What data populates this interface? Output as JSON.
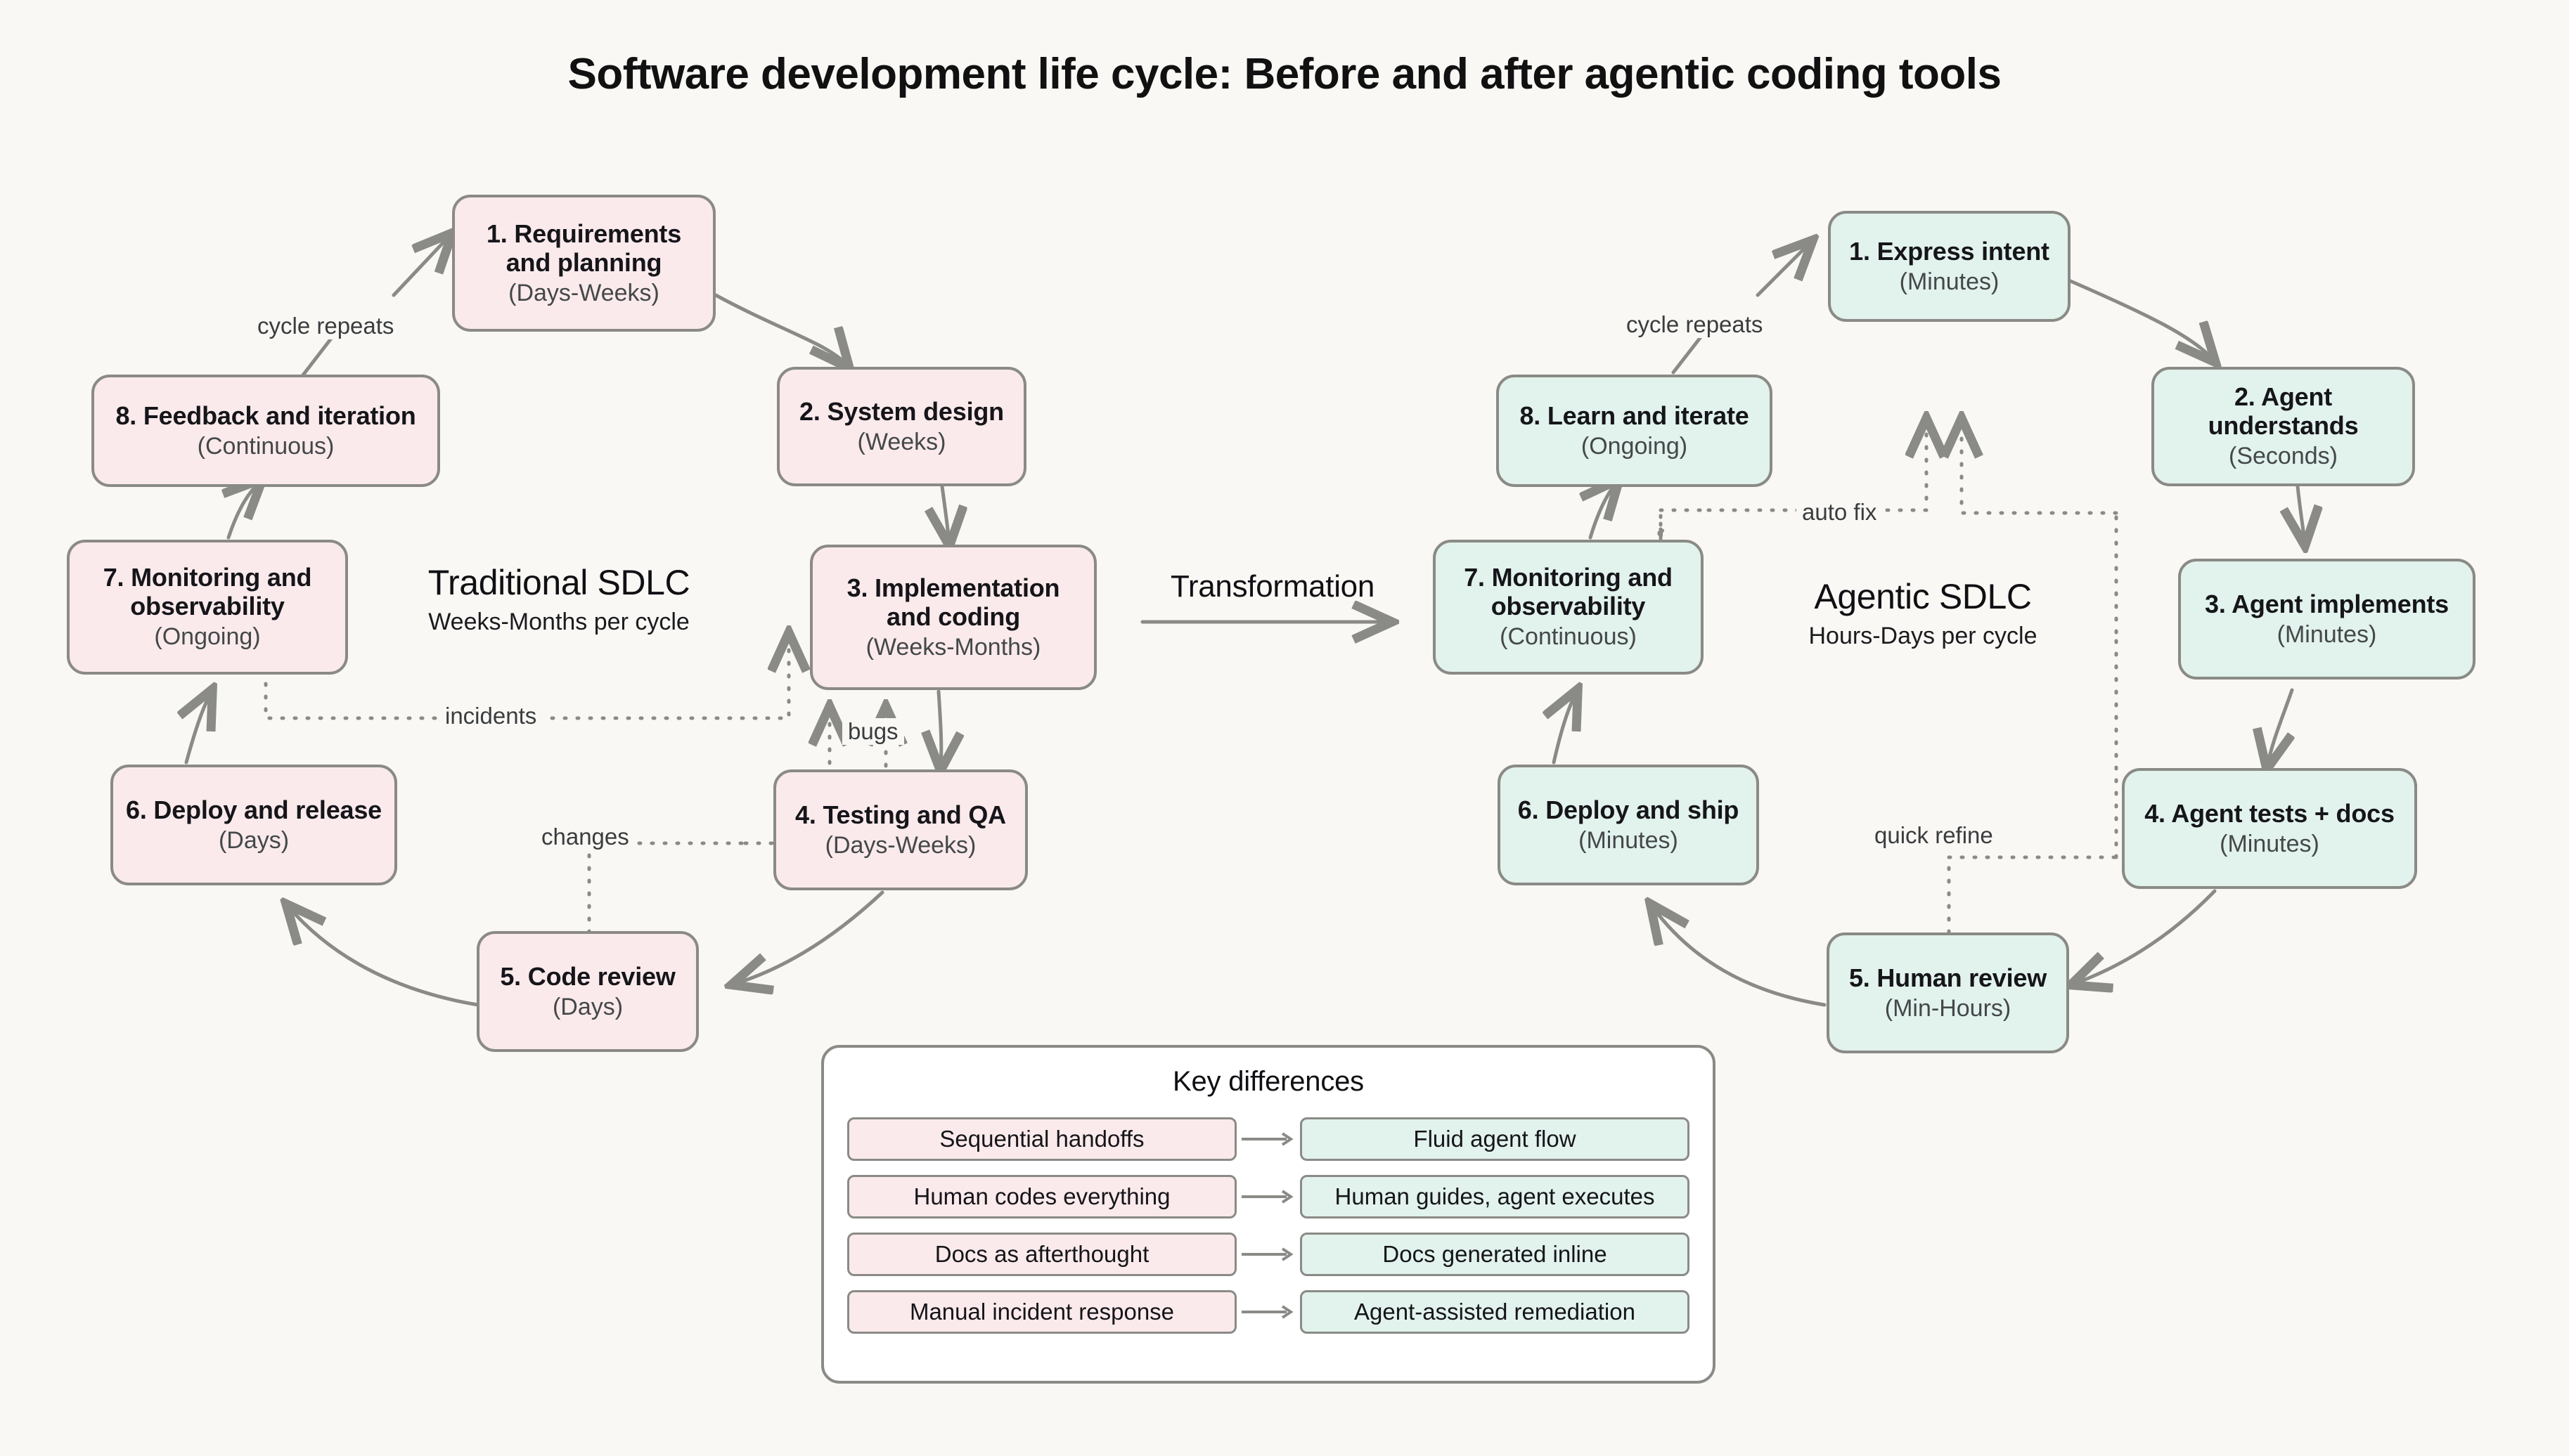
{
  "title": "Software development life cycle: Before and after agentic coding tools",
  "colors": {
    "background": "#faf8f4",
    "traditional_fill": "#fbeaeb",
    "agentic_fill": "#e2f2ec",
    "node_border": "#8a8a86",
    "connector": "#8a8a86",
    "text": "#15151a"
  },
  "left_cycle": {
    "center_title": "Traditional SDLC",
    "center_subtitle": "Weeks-Months per cycle",
    "nodes": [
      {
        "label": "1. Requirements\nand planning",
        "meta": "(Days-Weeks)"
      },
      {
        "label": "2. System design",
        "meta": "(Weeks)"
      },
      {
        "label": "3. Implementation\nand coding",
        "meta": "(Weeks-Months)"
      },
      {
        "label": "4. Testing and QA",
        "meta": "(Days-Weeks)"
      },
      {
        "label": "5. Code review",
        "meta": "(Days)"
      },
      {
        "label": "6. Deploy and release",
        "meta": "(Days)"
      },
      {
        "label": "7. Monitoring and\nobservability",
        "meta": "(Ongoing)"
      },
      {
        "label": "8. Feedback and iteration",
        "meta": "(Continuous)"
      }
    ],
    "edge_labels": {
      "cycle_repeats": "cycle repeats",
      "incidents": "incidents",
      "bugs": "bugs",
      "changes": "changes"
    }
  },
  "right_cycle": {
    "center_title": "Agentic SDLC",
    "center_subtitle": "Hours-Days per cycle",
    "nodes": [
      {
        "label": "1. Express intent",
        "meta": "(Minutes)"
      },
      {
        "label": "2. Agent understands",
        "meta": "(Seconds)"
      },
      {
        "label": "3. Agent implements",
        "meta": "(Minutes)"
      },
      {
        "label": "4. Agent tests + docs",
        "meta": "(Minutes)"
      },
      {
        "label": "5. Human review",
        "meta": "(Min-Hours)"
      },
      {
        "label": "6. Deploy and ship",
        "meta": "(Minutes)"
      },
      {
        "label": "7. Monitoring and\nobservability",
        "meta": "(Continuous)"
      },
      {
        "label": "8. Learn and iterate",
        "meta": "(Ongoing)"
      }
    ],
    "edge_labels": {
      "cycle_repeats": "cycle repeats",
      "auto_fix": "auto fix",
      "quick_refine": "quick refine"
    }
  },
  "transformation": {
    "label": "Transformation"
  },
  "key_differences": {
    "title": "Key differences",
    "rows": [
      {
        "before": "Sequential handoffs",
        "after": "Fluid agent flow"
      },
      {
        "before": "Human codes everything",
        "after": "Human guides, agent executes"
      },
      {
        "before": "Docs as afterthought",
        "after": "Docs generated inline"
      },
      {
        "before": "Manual incident response",
        "after": "Agent-assisted remediation"
      }
    ]
  }
}
